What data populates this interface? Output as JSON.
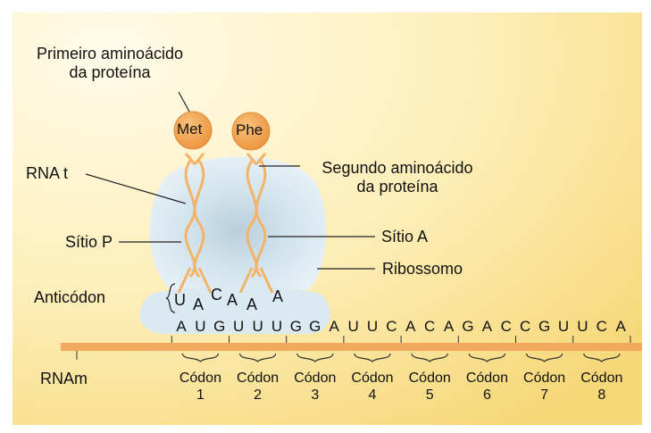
{
  "labels": {
    "first_aa_line1": "Primeiro aminoácido",
    "first_aa_line2": "da proteína",
    "second_aa_line1": "Segundo aminoácido",
    "second_aa_line2": "da proteína",
    "trna": "RNA t",
    "site_p": "Sítio P",
    "site_a": "Sítio A",
    "ribosome": "Ribossomo",
    "anticodon": "Anticódon",
    "mrna": "RNAm"
  },
  "amino_acids": [
    "Met",
    "Phe"
  ],
  "anticodon_bases": [
    "U",
    "A",
    "C",
    "A",
    "A",
    "A"
  ],
  "mrna_bases": [
    "A",
    "U",
    "G",
    "U",
    "U",
    "U",
    "G",
    "G",
    "A",
    "U",
    "U",
    "C",
    "A",
    "C",
    "A",
    "G",
    "A",
    "C",
    "C",
    "G",
    "U",
    "U",
    "C",
    "A"
  ],
  "codons": [
    {
      "word": "Códon",
      "num": "1"
    },
    {
      "word": "Códon",
      "num": "2"
    },
    {
      "word": "Códon",
      "num": "3"
    },
    {
      "word": "Códon",
      "num": "4"
    },
    {
      "word": "Códon",
      "num": "5"
    },
    {
      "word": "Códon",
      "num": "6"
    },
    {
      "word": "Códon",
      "num": "7"
    },
    {
      "word": "Códon",
      "num": "8"
    }
  ],
  "colors": {
    "background": "#fbe7a6",
    "ribosome": "#d6e6ee",
    "amino_acid": "#f3a34e",
    "trna": "#f3b469",
    "mrna_strand": "#f2a95c"
  }
}
